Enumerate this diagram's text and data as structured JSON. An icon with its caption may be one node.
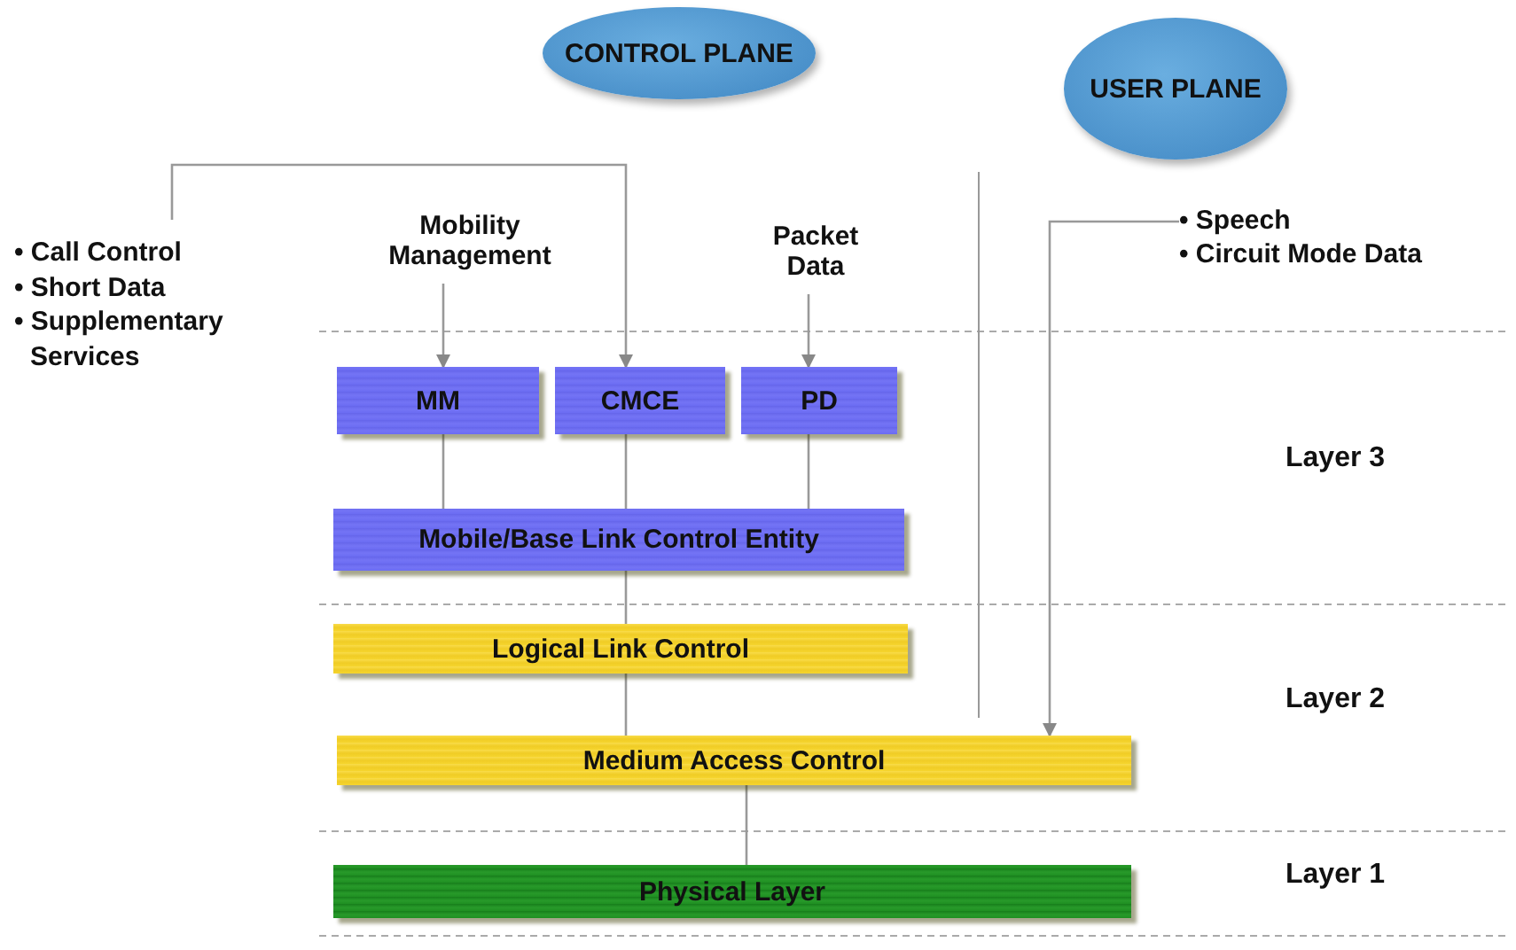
{
  "diagram": {
    "nodes": [
      {
        "text": [
          "CONTROL PLANE"
        ]
      },
      {
        "text": [
          "USER PLANE"
        ]
      },
      {
        "text": [
          "• Call Control",
          "• Short Data",
          "• Supplementary Services"
        ]
      },
      {
        "text": [
          "Mobility Management"
        ]
      },
      {
        "text": [
          "Packet Data"
        ]
      },
      {
        "text": [
          "• Speech",
          "• Circuit Mode Data"
        ]
      },
      {
        "text": [
          "MM"
        ]
      },
      {
        "text": [
          "CMCE"
        ]
      },
      {
        "text": [
          "PD"
        ]
      },
      {
        "text": [
          "Mobile/Base Link Control Entity"
        ]
      },
      {
        "text": [
          "Logical Link Control"
        ]
      },
      {
        "text": [
          "Medium Access Control"
        ]
      },
      {
        "text": [
          "Physical Layer"
        ]
      }
    ],
    "edges": [
      {
        "from": 2,
        "to": 7,
        "arrow": "to"
      },
      {
        "from": 3,
        "to": 6,
        "arrow": "to"
      },
      {
        "from": 4,
        "to": 8,
        "arrow": "to"
      },
      {
        "from": 5,
        "to": 11,
        "arrow": "to"
      },
      {
        "from": 6,
        "to": 9,
        "arrow": "none"
      },
      {
        "from": 7,
        "to": 9,
        "arrow": "none"
      },
      {
        "from": 8,
        "to": 9,
        "arrow": "none"
      },
      {
        "from": 9,
        "to": 10,
        "arrow": "none"
      },
      {
        "from": 10,
        "to": 11,
        "arrow": "none"
      },
      {
        "from": 11,
        "to": 12,
        "arrow": "none"
      }
    ],
    "labels": [
      "Layer 3",
      "Layer 2",
      "Layer 1"
    ]
  }
}
